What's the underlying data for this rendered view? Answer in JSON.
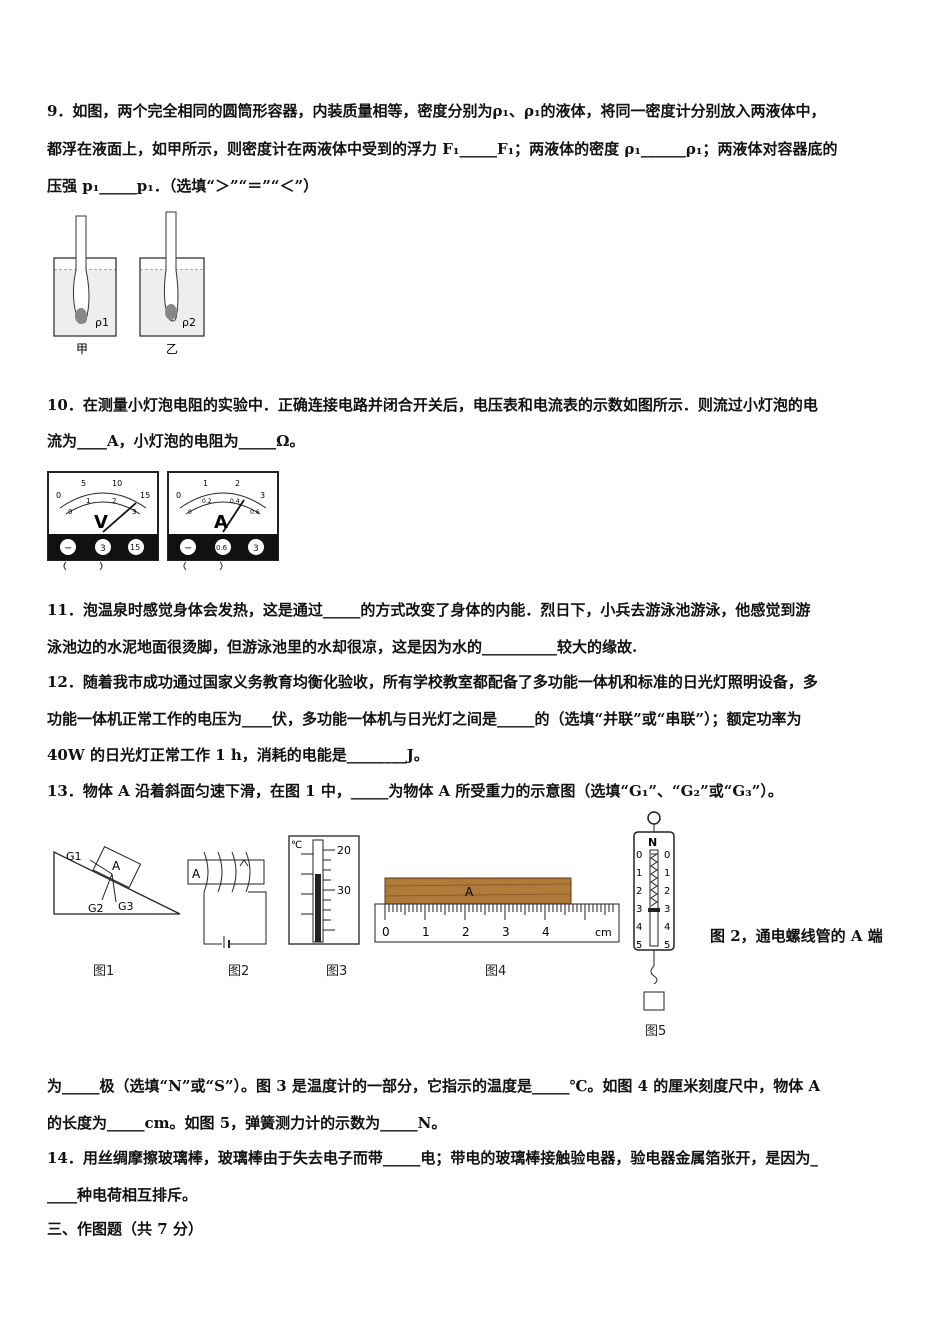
{
  "q9": {
    "line1": "9．如图，两个完全相同的圆筒形容器，内装质量相等，密度分别为ρ₁、ρ₁的液体，将同一密度计分别放入两液体中，",
    "line2": "都浮在液面上，如甲所示，则密度计在两液体中受到的浮力 F₁_____F₁；两液体的密度 ρ₁______ρ₁；两液体对容器底的",
    "line3": "压强 p₁_____p₁．（选填“＞”“＝”“＜”）",
    "fig": {
      "label_jia": "甲",
      "label_yi": "乙",
      "rho1": "ρ1",
      "rho2": "ρ2"
    }
  },
  "q10": {
    "line1": "10．在测量小灯泡电阻的实验中．正确连接电路并闭合开关后，电压表和电流表的示数如图所示．则流过小灯泡的电",
    "line2": "流为____A，小灯泡的电阻为_____Ω。",
    "voltmeter": {
      "symbol": "V",
      "scale_top": [
        "0",
        "5",
        "10",
        "15"
      ],
      "scale_inner": [
        "0",
        "1",
        "2",
        "3"
      ],
      "terminals": [
        "−",
        "3",
        "15"
      ]
    },
    "ammeter": {
      "symbol": "A",
      "scale_top": [
        "0",
        "1",
        "2",
        "3"
      ],
      "scale_inner": [
        "0",
        "0.2",
        "0.4",
        "0.6"
      ],
      "terminals": [
        "−",
        "0.6",
        "3"
      ]
    }
  },
  "q11": {
    "line1": "11．泡温泉时感觉身体会发热，这是通过_____的方式改变了身体的内能．烈日下，小兵去游泳池游泳，他感觉到游",
    "line2": "泳池边的水泥地面很烫脚，但游泳池里的水却很凉，这是因为水的__________较大的缘故."
  },
  "q12": {
    "line1": "12．随着我市成功通过国家义务教育均衡化验收，所有学校教室都配备了多功能一体机和标准的日光灯照明设备，多",
    "line2": "功能一体机正常工作的电压为____伏，多功能一体机与日光灯之间是_____的（选填“并联”或“串联”）；额定功率为",
    "line3": "40W 的日光灯正常工作 1 h，消耗的电能是________J。"
  },
  "q13": {
    "line1": "13．物体 A 沿着斜面匀速下滑，在图 1 中，_____为物体 A 所受重力的示意图（选填“G₁”、“G₂”或“G₃”）。",
    "side_text": "图 2，通电螺线管的 A 端",
    "line2": "为_____极（选填“N”或“S”）。图 3 是温度计的一部分，它指示的温度是_____℃。如图 4 的厘米刻度尺中，物体 A",
    "line3": "的长度为_____cm。如图 5，弹簧测力计的示数为_____N。",
    "fig1": {
      "caption": "图1",
      "A": "A",
      "G1": "G1",
      "G2": "G2",
      "G3": "G3"
    },
    "fig2": {
      "caption": "图2",
      "A": "A"
    },
    "fig3": {
      "caption": "图3",
      "unit": "℃",
      "t20": "20",
      "t30": "30"
    },
    "fig4": {
      "caption": "图4",
      "A": "A",
      "ticks": [
        "0",
        "1",
        "2",
        "3",
        "4"
      ],
      "unit": "cm"
    },
    "fig5": {
      "caption": "图5",
      "N": "N",
      "scale": [
        "0",
        "1",
        "2",
        "3",
        "4",
        "5"
      ]
    }
  },
  "q14": {
    "line1": "14．用丝绸摩擦玻璃棒，玻璃棒由于失去电子而带_____电；带电的玻璃棒接触验电器，验电器金属箔张开，是因为_",
    "line2": "____种电荷相互排斥。"
  },
  "section3": "三、作图题（共 7 分）"
}
